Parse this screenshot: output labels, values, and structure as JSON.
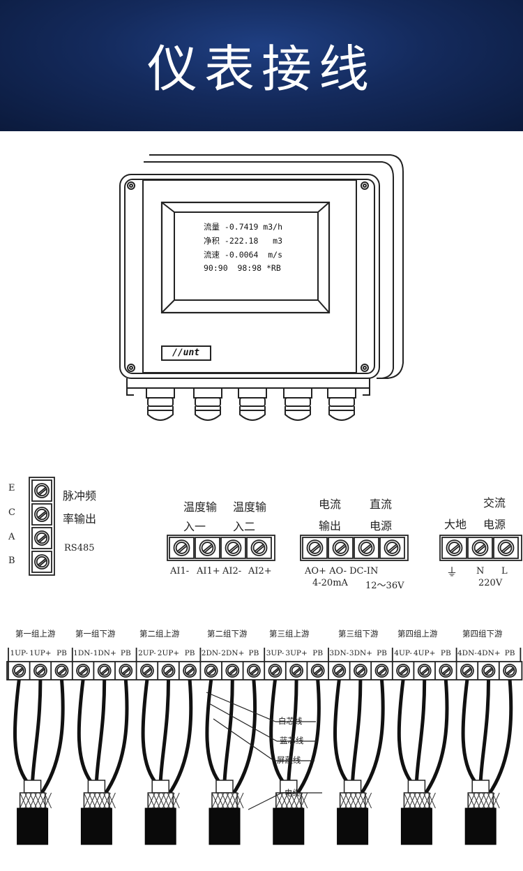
{
  "title": "仪表接线",
  "meter": {
    "display_lines": [
      "流量 -0.7419 m3/h",
      "净积 -222.18   m3",
      "流速 -0.0064  m/s",
      "90:90  98:98 *RB"
    ],
    "brand": "//unt"
  },
  "pulse_block": {
    "pins": [
      "E",
      "C",
      "A",
      "B"
    ],
    "label_line1": "脉冲频",
    "label_line2": "率输出",
    "rs485": "RS485"
  },
  "temp_block": {
    "header1_line1": "温度输",
    "header1_line2": "入一",
    "header2_line1": "温度输",
    "header2_line2": "入二",
    "pins": [
      "AI1-",
      "AI1+",
      "AI2-",
      "AI2+"
    ]
  },
  "output_block": {
    "header1_line1": "电流",
    "header1_line2": "输出",
    "header2_line1": "直流",
    "header2_line2": "电源",
    "pins_text": "AO+  AO-   DC-IN",
    "sub1": "4-20mA",
    "sub2": "12～36V"
  },
  "ac_block": {
    "header_ground": "大地",
    "header_ac_line1": "交流",
    "header_ac_line2": "电源",
    "pin_n": "N",
    "pin_l": "L",
    "voltage": "220V"
  },
  "sensor_strip": {
    "groups": [
      "第一组上游",
      "第一组下游",
      "第二组上游",
      "第二组下游",
      "第三组上游",
      "第三组下游",
      "第四组上游",
      "第四组下游"
    ],
    "pins": [
      "1UP-",
      "1UP+",
      "PB",
      "1DN-",
      "1DN+",
      "PB",
      "2UP-",
      "2UP+",
      "PB",
      "2DN-",
      "2DN+",
      "PB",
      "3UP-",
      "3UP+",
      "PB",
      "3DN-",
      "3DN+",
      "PB",
      "4UP-",
      "4UP+",
      "PB",
      "4DN-",
      "4DN+",
      "PB"
    ]
  },
  "cable_labels": [
    "白芯线",
    "蓝芯线",
    "屏蔽线",
    "电缆"
  ]
}
